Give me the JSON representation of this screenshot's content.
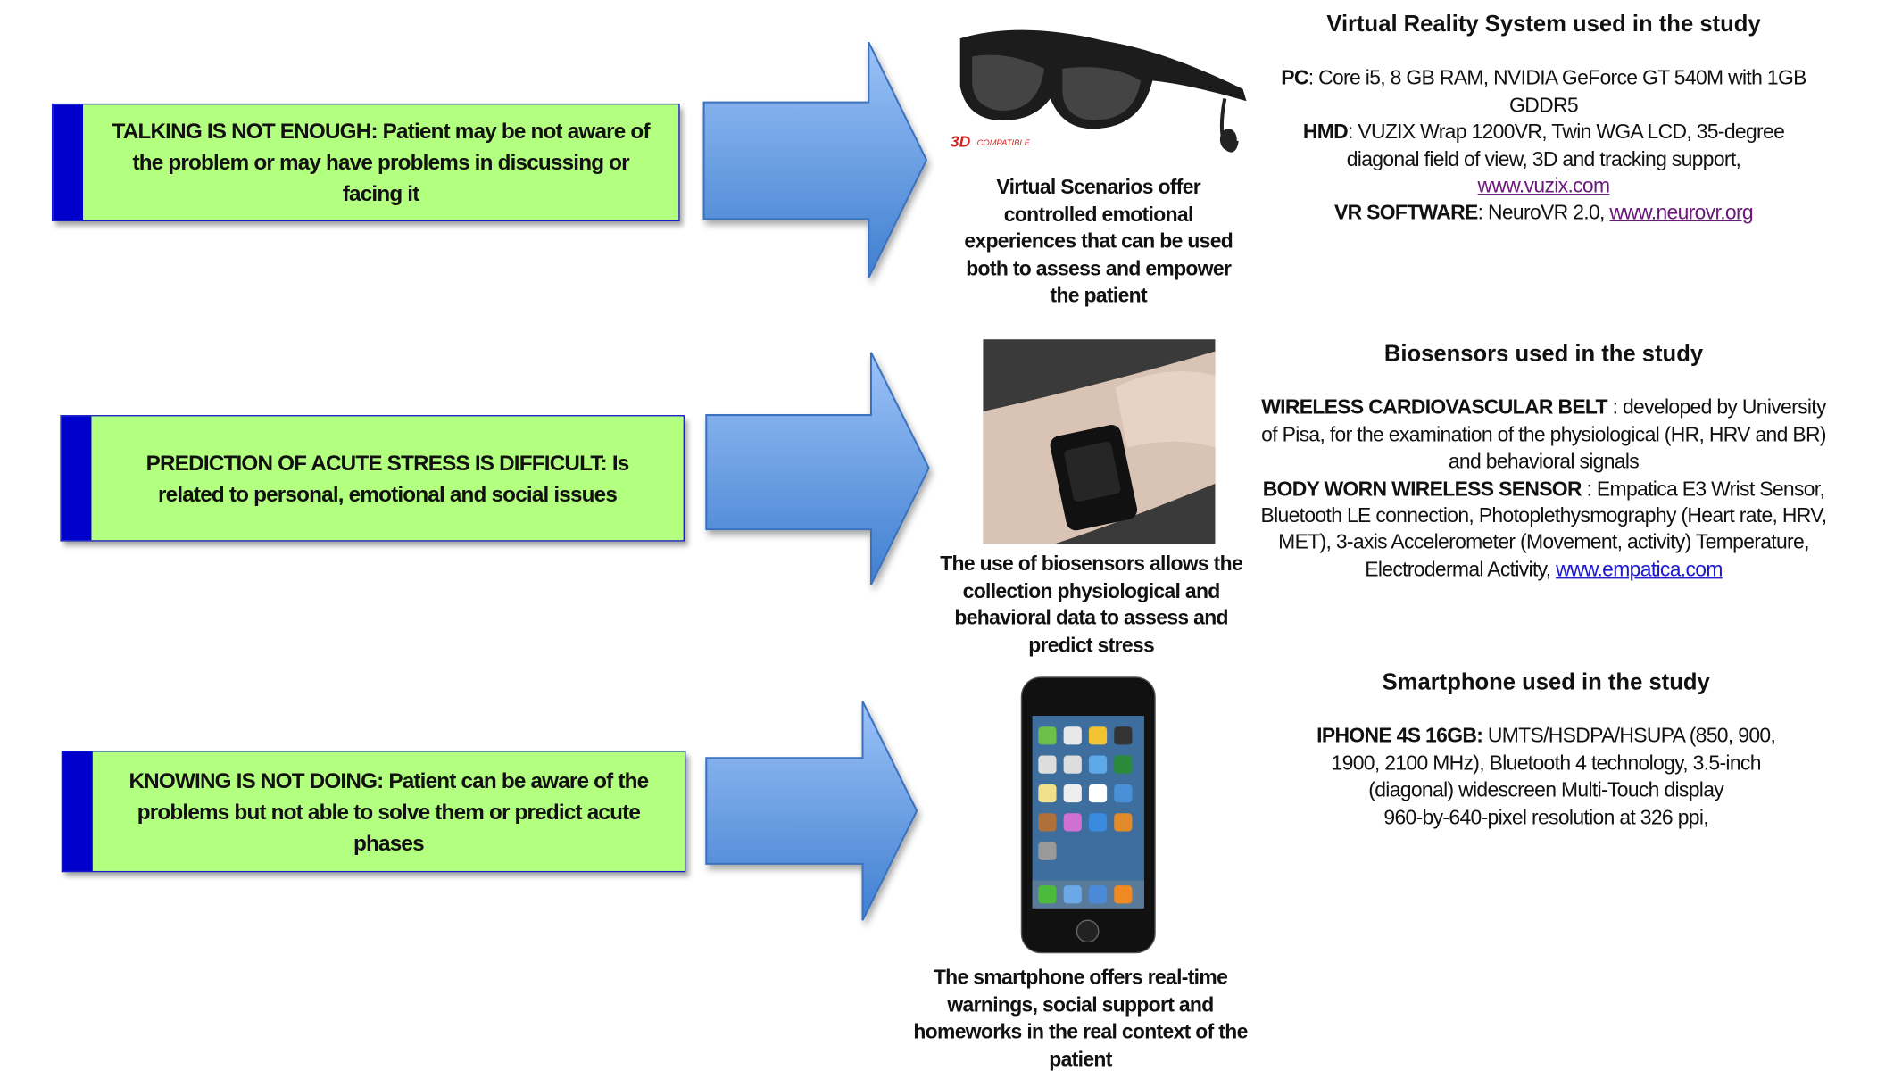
{
  "rows": [
    {
      "problem": "TALKING IS NOT ENOUGH: Patient may be not aware of the problem or may have problems in discussing or facing it",
      "image_badge": "3D COMPATIBLE",
      "caption": "Virtual Scenarios offer controlled emotional experiences that can be used both to assess and empower the patient",
      "info": {
        "title": "Virtual Reality System used in the study",
        "pc_label": "PC",
        "pc_text": ": Core i5,  8 GB RAM, NVIDIA GeForce GT 540M with 1GB GDDR5",
        "hmd_label": "HMD",
        "hmd_text": ": VUZIX Wrap 1200VR, Twin WGA LCD, 35-degree diagonal field of view, 3D and tracking support,",
        "hmd_link": "www.vuzix.com",
        "sw_label": "VR SOFTWARE",
        "sw_text": ": NeuroVR 2.0, ",
        "sw_link": "www.neurovr.org"
      }
    },
    {
      "problem": "PREDICTION OF ACUTE STRESS IS DIFFICULT: Is related to personal, emotional and social issues",
      "caption": "The use of biosensors allows the collection physiological and behavioral data to assess and predict stress",
      "info": {
        "title": "Biosensors used in the study",
        "belt_label": "WIRELESS CARDIOVASCULAR BELT",
        "belt_text": " : developed by University of Pisa, for the examination of the physiological (HR, HRV and BR) and behavioral signals",
        "sensor_label": "BODY WORN WIRELESS SENSOR",
        "sensor_text": " : Empatica E3 Wrist Sensor, Bluetooth LE connection, Photoplethysmography (Heart rate, HRV, MET), 3-axis Accelerometer (Movement, activity) Temperature, Electrodermal Activity, ",
        "sensor_link": "www.empatica.com"
      }
    },
    {
      "problem": "KNOWING IS NOT DOING: Patient can be aware of the problems but not able to solve them or predict acute phases",
      "caption": "The smartphone offers real-time warnings, social support and homeworks in the real context of the patient",
      "info": {
        "title": "Smartphone used in the study",
        "phone_label": "IPHONE 4S 16GB:",
        "phone_text": " UMTS/HSDPA/HSUPA (850, 900, 1900, 2100 MHz), Bluetooth 4 technology, 3.5-inch (diagonal) widescreen Multi-Touch display",
        "phone_text2": "960-by-640-pixel resolution at 326 ppi,"
      }
    }
  ],
  "colors": {
    "box_fill": "#b3ff7f",
    "box_strip": "#0000cc",
    "arrow": "#5b8fdc"
  }
}
